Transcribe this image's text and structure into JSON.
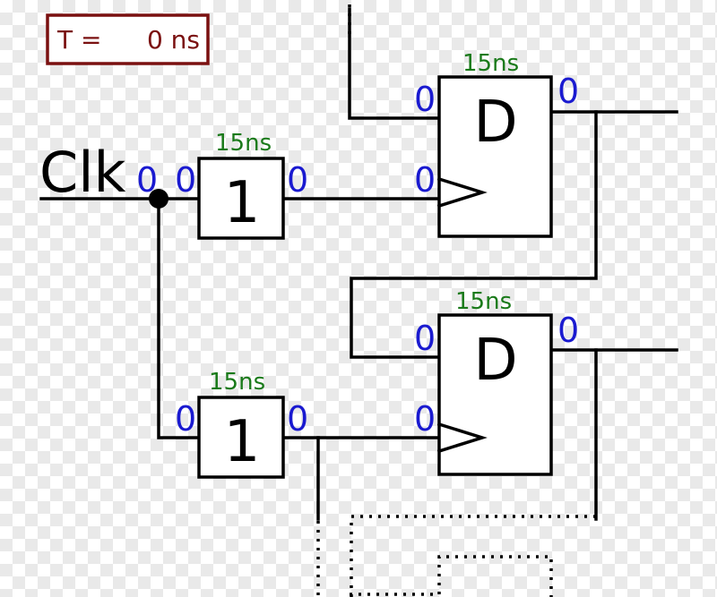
{
  "time_display": {
    "label": "T =",
    "value": "0 ns"
  },
  "clock_label": "Clk",
  "gates": [
    {
      "symbol": "1",
      "delay": "15ns",
      "input_bit": "0",
      "output_bit": "0"
    },
    {
      "symbol": "1",
      "delay": "15ns",
      "input_bit": "0",
      "output_bit": "0"
    }
  ],
  "flip_flops": [
    {
      "symbol": "D",
      "delay": "15ns",
      "d_bit": "0",
      "clk_bit": "0",
      "q_bit": "0"
    },
    {
      "symbol": "D",
      "delay": "15ns",
      "d_bit": "0",
      "clk_bit": "0",
      "q_bit": "0"
    }
  ],
  "clock_bit": "0",
  "colors": {
    "bit_values": "#1a1ad0",
    "delay_labels": "#1a7a1a",
    "time_text": "#7a1010"
  }
}
